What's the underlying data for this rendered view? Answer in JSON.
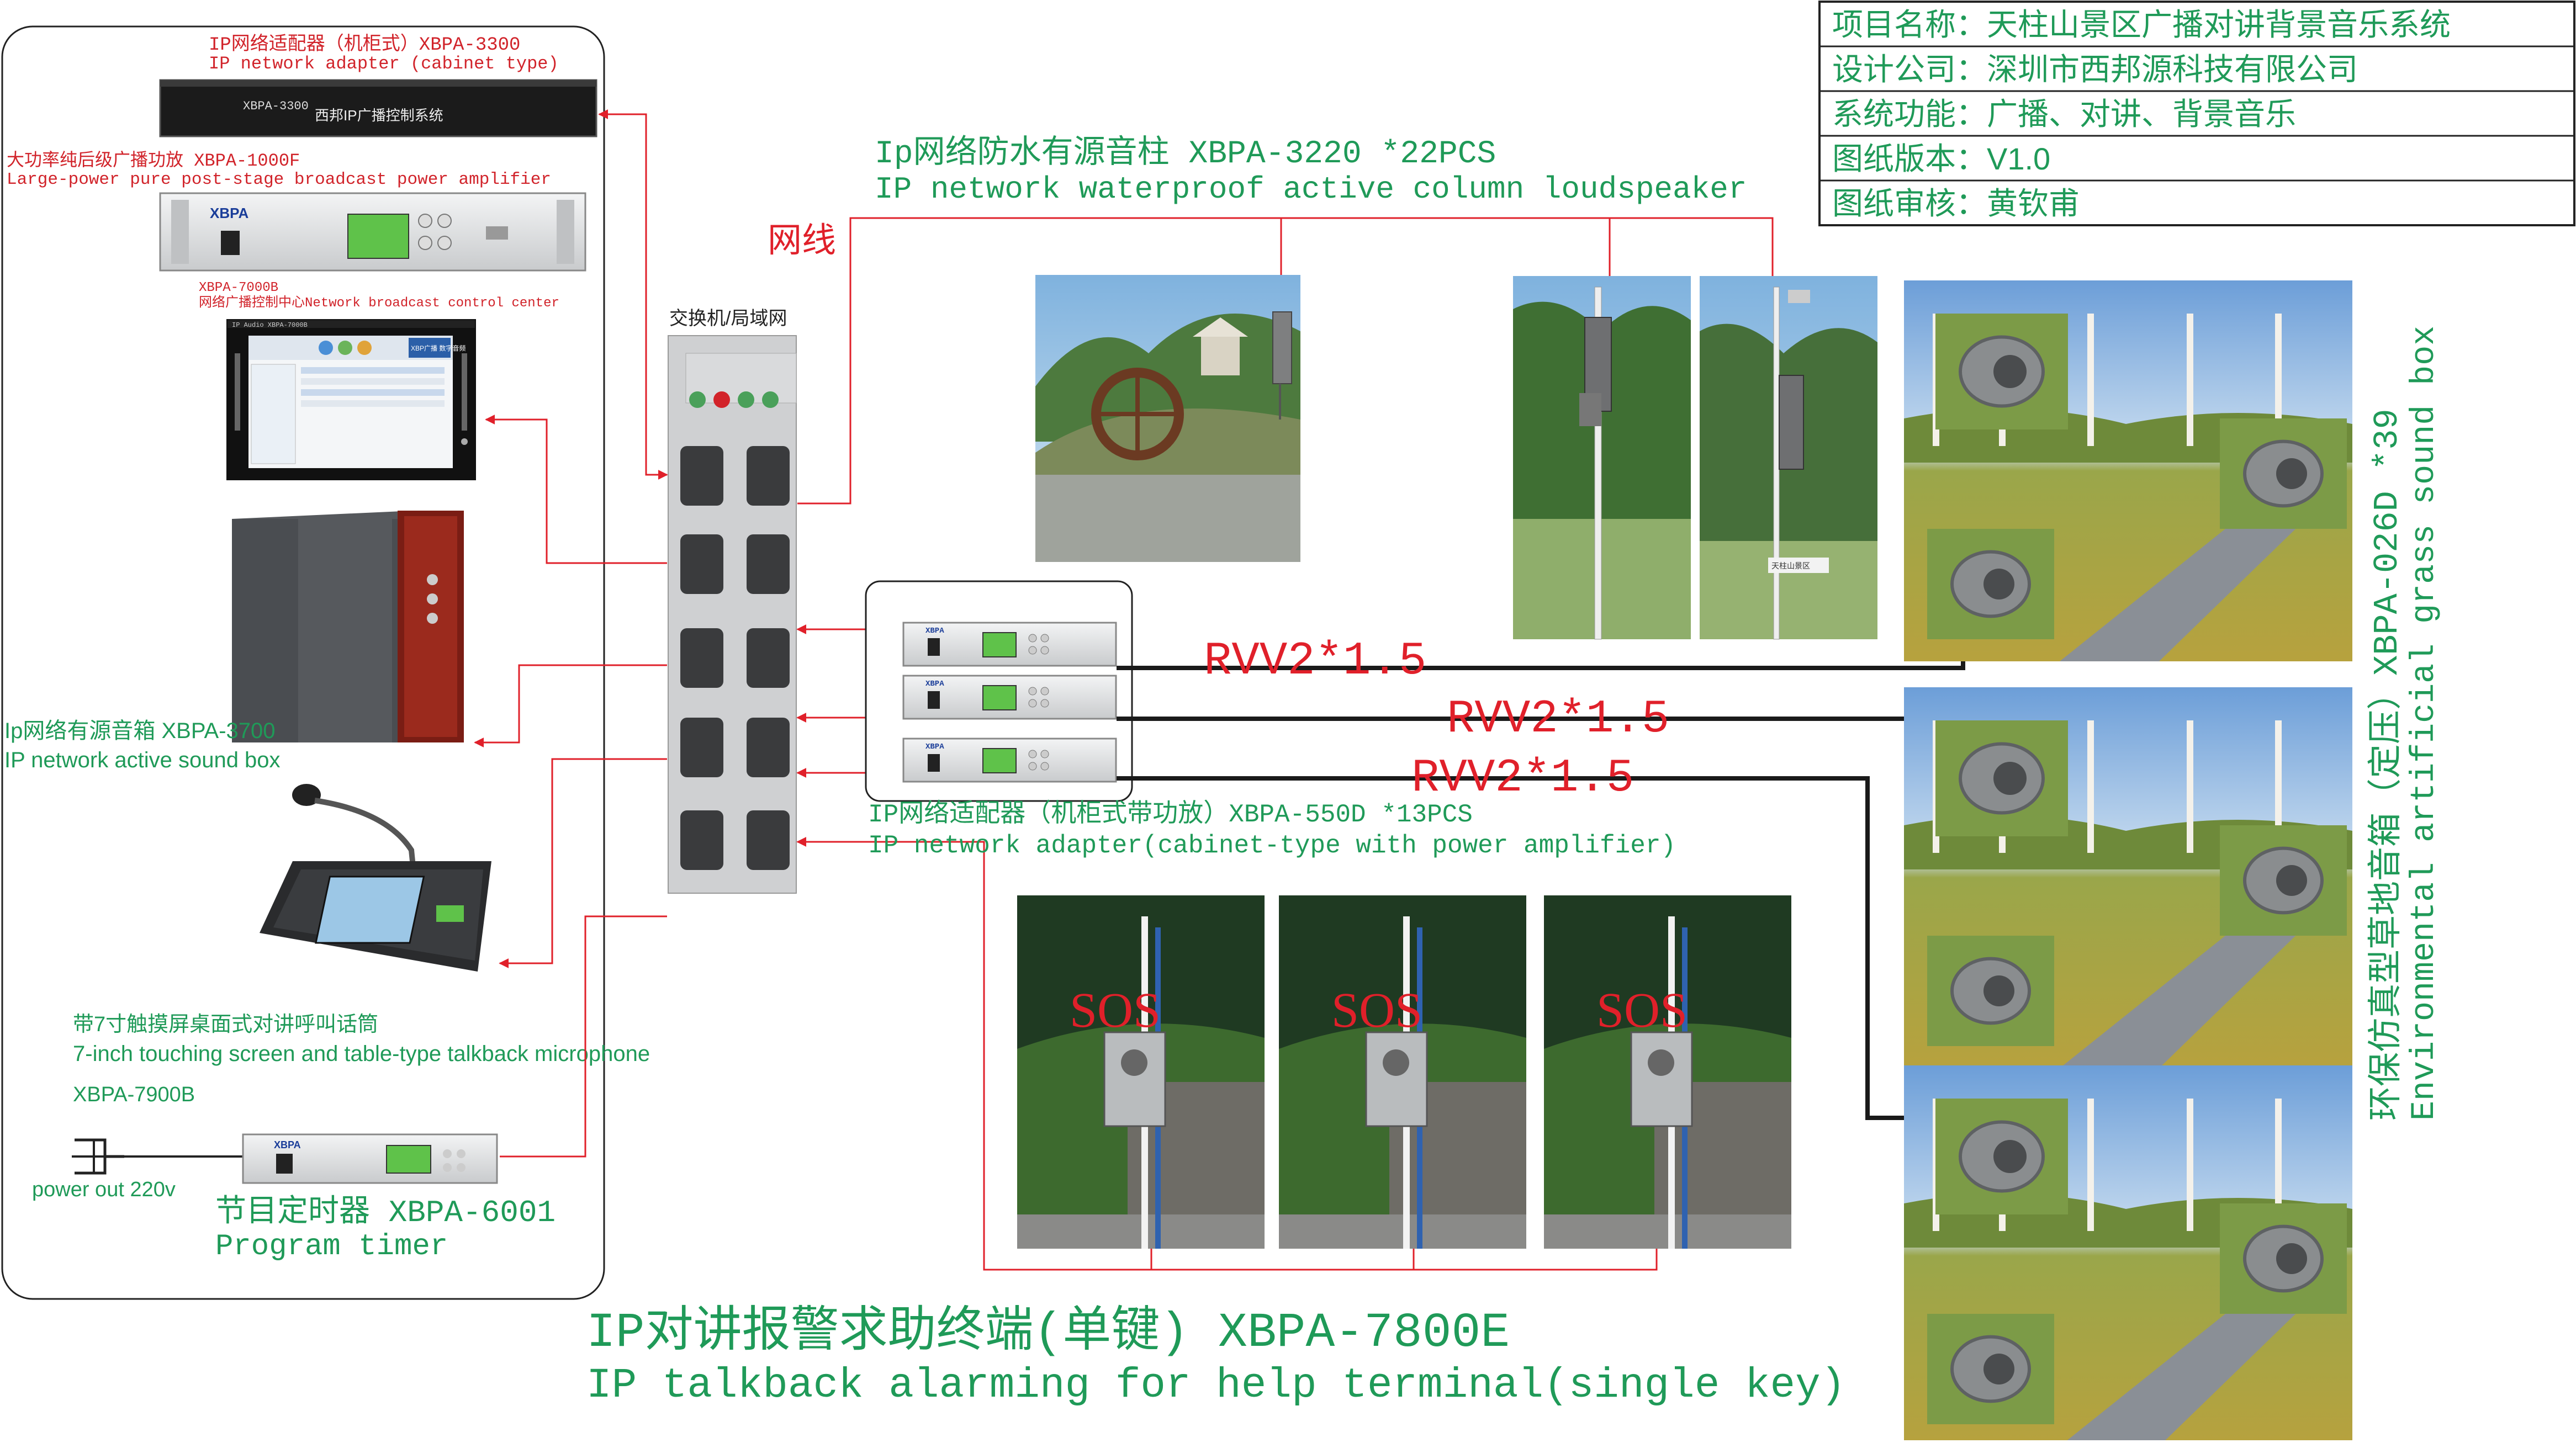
{
  "info_box": {
    "rows": [
      "项目名称：天柱山景区广播对讲背景音乐系统",
      "设计公司：深圳市西邦源科技有限公司",
      "系统功能：广播、对讲、背景音乐",
      "图纸版本：V1.0",
      "图纸审核：黄钦甫"
    ]
  },
  "left_panel": {
    "adapter_cn": "IP网络适配器（机柜式）XBPA-3300",
    "adapter_en": "IP network adapter (cabinet type)",
    "adapter_model": "XBPA-3300",
    "adapter_face": "西邦IP广播控制系统",
    "amp_cn": "大功率纯后级广播功放 XBPA-1000F",
    "amp_en": "Large-power pure post-stage broadcast power amplifier",
    "amp_brand": "XBPA",
    "control_model": "XBPA-7000B",
    "control_cn": "网络广播控制中心Network broadcast control center",
    "rack_title": "IP Audio XBPA-7000B",
    "rack_logo": "XBP广播 数字音频",
    "soundbox_cn": "Ip网络有源音箱 XBPA-3700",
    "soundbox_en": "IP network active sound box",
    "mic_cn": "带7寸触摸屏桌面式对讲呼叫话筒",
    "mic_en": "7-inch touching screen and table-type talkback microphone",
    "mic_model": "XBPA-7900B",
    "power_label": "power out 220v",
    "timer_brand": "XBPA",
    "timer_cn": "节目定时器 XBPA-6001",
    "timer_en": "Program timer"
  },
  "switch": {
    "label": "交换机/局域网",
    "net_label": "网线"
  },
  "column_speaker": {
    "cn": "Ip网络防水有源音柱 XBPA-3220 *22PCS",
    "en": "IP network waterproof active column loudspeaker",
    "photo_sign": "天柱山景区"
  },
  "amp_adapter": {
    "brand": "XBPA",
    "cn": "IP网络适配器（机柜式带功放）XBPA-550D *13PCS",
    "en": "IP network adapter(cabinet-type with  power amplifier)"
  },
  "cables": [
    "RVV2*1.5",
    "RVV2*1.5",
    "RVV2*1.5"
  ],
  "terminal": {
    "sos": "SOS",
    "cn": "IP对讲报警求助终端(单键) XBPA-7800E",
    "en": "IP talkback alarming for help terminal(single key)"
  },
  "grass_box": {
    "cn": "环保仿真型草地音箱（定压）XBPA-026D *39",
    "en": "Environmental artificial grass sound box"
  },
  "colors": {
    "red_line": "#e0202a",
    "black_line": "#1a1a1a",
    "green_text": "#1f9a58",
    "switch_gray": "#cfd0d2"
  }
}
